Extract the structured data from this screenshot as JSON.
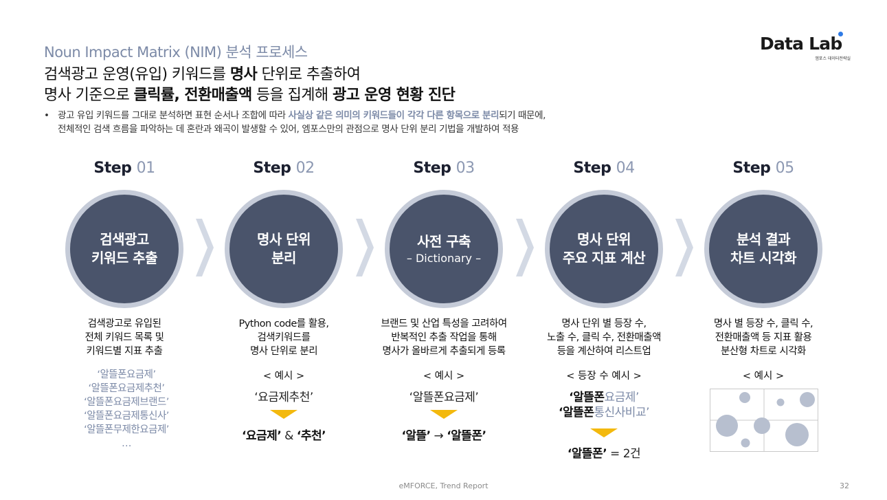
{
  "header": {
    "title": "Noun Impact Matrix (NIM) 분석 프로세스",
    "line1_a": "검색광고 운영(유입) 키워드를 ",
    "line1_b": "명사",
    "line1_c": " 단위로 추출하여",
    "line2_a": "명사 기준으로 ",
    "line2_b": "클릭률, 전환매출액",
    "line2_c": " 등을 집계해 ",
    "line2_d": "광고 운영 현황 진단"
  },
  "logo": {
    "text": "Data Lab",
    "sub": "엠포스 데이터전략실"
  },
  "bullet": {
    "dot": "•",
    "line1_a": "광고 유입 키워드를 그대로 분석하면 표현 순서나 조합에 따라 ",
    "line1_b": "사실상 같은 의미의 키워드들이 각각 다른 항목으로 분리",
    "line1_c": "되기 때문에,",
    "line2": "전체적인 검색 흐름을 파악하는 데 혼란과 왜곡이 발생할 수 있어, 엠포스만의 관점으로 명사 단위 분리 기법을 개발하여 적용"
  },
  "steps": [
    {
      "label": "Step ",
      "num": "01",
      "circle": [
        "검색광고",
        "키워드 추출"
      ],
      "desc": [
        "검색광고로 유입된",
        "전체 키워드 목록 및",
        "키워드별 지표 추출"
      ]
    },
    {
      "label": "Step ",
      "num": "02",
      "circle": [
        "명사 단위",
        "분리"
      ],
      "desc": [
        "Python code를 활용,",
        "검색키워드를",
        "명사 단위로 분리"
      ]
    },
    {
      "label": "Step ",
      "num": "03",
      "circle": [
        "사전 구축"
      ],
      "circle_sub": "– Dictionary –",
      "desc": [
        "브랜드 및 산업 특성을 고려하여",
        "반복적인 추출 작업을 통해",
        "명사가 올바르게 추출되게 등록"
      ]
    },
    {
      "label": "Step ",
      "num": "04",
      "circle": [
        "명사 단위",
        "주요 지표 계산"
      ],
      "desc": [
        "명사 단위 별 등장 수,",
        "노출 수, 클릭 수, 전환매출액",
        "등을 계산하여 리스트업"
      ]
    },
    {
      "label": "Step ",
      "num": "05",
      "circle": [
        "분석 결과",
        "차트 시각화"
      ],
      "desc": [
        "명사 별 등장 수, 클릭 수,",
        "전환매출액 등 지표 활용",
        "분산형 차트로 시각화"
      ]
    }
  ],
  "step1_examples": [
    "‘알뜰폰요금제’",
    "‘알뜰폰요금제추천’",
    "‘알뜰폰요금제브랜드’",
    "‘알뜰폰요금제통신사’",
    "‘알뜰폰무제한요금제’",
    "…"
  ],
  "step2_example": {
    "label": "< 예시 >",
    "input": "‘요금제추천’",
    "out_a": "‘요금제’",
    "out_amp": " & ",
    "out_b": "‘추천’"
  },
  "step3_example": {
    "label": "< 예시 >",
    "input": "‘알뜰폰요금제’",
    "out_a": "‘알뜰’",
    "out_arrow": " → ",
    "out_b": "‘알뜰폰’"
  },
  "step4_example": {
    "label": "< 등장 수 예시 >",
    "l1_open": "‘",
    "l1_bold": "알뜰폰",
    "l1_rest": "요금제’",
    "l2_open": "‘",
    "l2_bold": "알뜰폰",
    "l2_rest": "통신사비교’",
    "result_bold": "‘알뜰폰’",
    "result_rest": " = 2건"
  },
  "step5_example": {
    "label": "< 예시 >"
  },
  "colors": {
    "accent": "#7c8aa7",
    "circle": "#4a546b",
    "ring": "#c5cbd8",
    "chevron": "#d3d9e4",
    "triangle": "#f3b90e",
    "bubble": "#b7bfcf"
  },
  "footer": {
    "text": "eMFORCE, Trend Report",
    "page": "32"
  }
}
